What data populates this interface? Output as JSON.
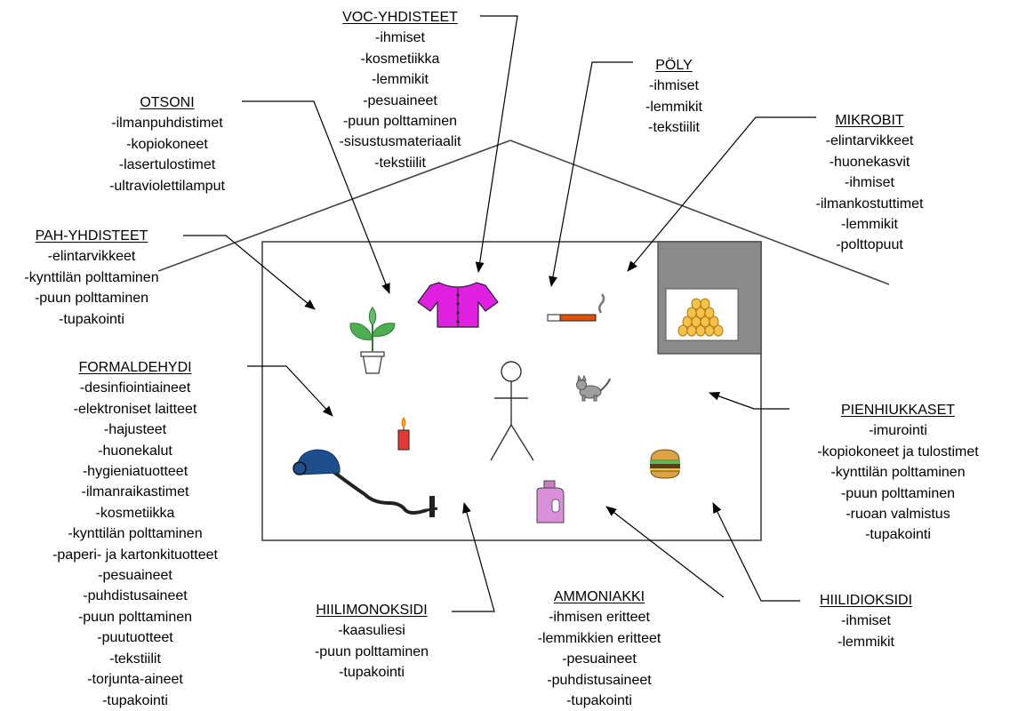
{
  "groups": [
    {
      "key": "voc",
      "title": "VOC-YHDISTEET",
      "items": [
        "-ihmiset",
        "-kosmetiikka",
        "-lemmikit",
        "-pesuaineet",
        "-puun polttaminen",
        "-sisustusmateriaalit",
        "-tekstiilit"
      ]
    },
    {
      "key": "poly",
      "title": "PÖLY",
      "items": [
        "-ihmiset",
        "-lemmikit",
        "-tekstiilit"
      ]
    },
    {
      "key": "otsoni",
      "title": "OTSONI",
      "items": [
        "-ilmanpuhdistimet",
        "-kopiokoneet",
        "-lasertulostimet",
        "-ultraviolettilamput"
      ]
    },
    {
      "key": "mikrobit",
      "title": "MIKROBIT",
      "items": [
        "-elintarvikkeet",
        "-huonekasvit",
        "-ihmiset",
        "-ilmankostuttimet",
        "-lemmikit",
        "-polttopuut"
      ]
    },
    {
      "key": "pah",
      "title": "PAH-YHDISTEET",
      "items": [
        "-elintarvikkeet",
        "-kynttilän polttaminen",
        "-puun polttaminen",
        "-tupakointi"
      ]
    },
    {
      "key": "formaldehydi",
      "title": "FORMALDEHYDI",
      "items": [
        "-desinfiointiaineet",
        "-elektroniset laitteet",
        "-hajusteet",
        "-huonekalut",
        "-hygieniatuotteet",
        "-ilmanraikastimet",
        "-kosmetiikka",
        "-kynttilän polttaminen",
        "-paperi- ja kartonkituotteet",
        "-pesuaineet",
        "-puhdistusaineet",
        "-puun polttaminen",
        "-puutuotteet",
        "-tekstiilit",
        "-torjunta-aineet",
        "-tupakointi"
      ]
    },
    {
      "key": "pienhiukkaset",
      "title": "PIENHIUKKASET",
      "items": [
        "-imurointi",
        "-kopiokoneet ja tulostimet",
        "-kynttilän polttaminen",
        "-puun polttaminen",
        "-ruoan valmistus",
        "-tupakointi"
      ]
    },
    {
      "key": "hiilimonoksidi",
      "title": "HIILIMONOKSIDI",
      "items": [
        "-kaasuliesi",
        "-puun polttaminen",
        "-tupakointi"
      ]
    },
    {
      "key": "ammoniakki",
      "title": "AMMONIAKKI",
      "items": [
        "-ihmisen eritteet",
        "-lemmikkien eritteet",
        "-pesuaineet",
        "-puhdistusaineet",
        "-tupakointi"
      ]
    },
    {
      "key": "hiilidioksidi",
      "title": "HIILIDIOKSIDI",
      "items": [
        "-ihmiset",
        "-lemmikit"
      ]
    }
  ],
  "icons": [
    "house-outline-icon",
    "plant-icon",
    "shirt-icon",
    "cigarette-icon",
    "fireplace-icon",
    "person-icon",
    "cat-icon",
    "candle-icon",
    "vacuum-cleaner-icon",
    "detergent-bottle-icon",
    "burger-icon"
  ]
}
